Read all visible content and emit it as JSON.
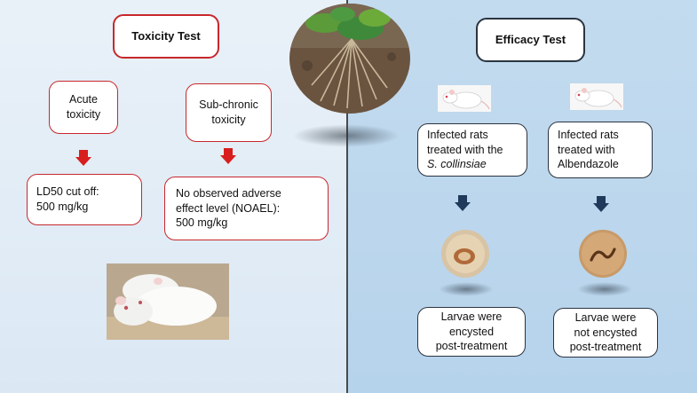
{
  "toxicity": {
    "title": "Toxicity Test",
    "acute": {
      "line1": "Acute",
      "line2": "toxicity"
    },
    "subchronic": {
      "line1": "Sub-chronic",
      "line2": "toxicity"
    },
    "ld50": {
      "line1": "LD50 cut off:",
      "line2": "500 mg/kg"
    },
    "noael": {
      "line1": "No observed adverse",
      "line2": "effect level (NOAEL):",
      "line3": "500 mg/kg"
    }
  },
  "efficacy": {
    "title": "Efficacy Test",
    "collinsiae": {
      "line1": "Infected rats",
      "line2": "treated with the",
      "line3": "S. collinsiae"
    },
    "albendazole": {
      "line1": "Infected rats",
      "line2": "treated with",
      "line3": "Albendazole"
    },
    "encysted": {
      "line1": "Larvae were",
      "line2": "encysted",
      "line3": "post-treatment"
    },
    "not_encysted": {
      "line1": "Larvae were",
      "line2": "not encysted",
      "line3": "post-treatment"
    }
  },
  "colors": {
    "red_border": "#c8272c",
    "red_arrow": "#d81e1e",
    "blue_arrow": "#1f3a5a",
    "left_bg": "#e3edf6",
    "right_bg": "#bdd7ed"
  }
}
